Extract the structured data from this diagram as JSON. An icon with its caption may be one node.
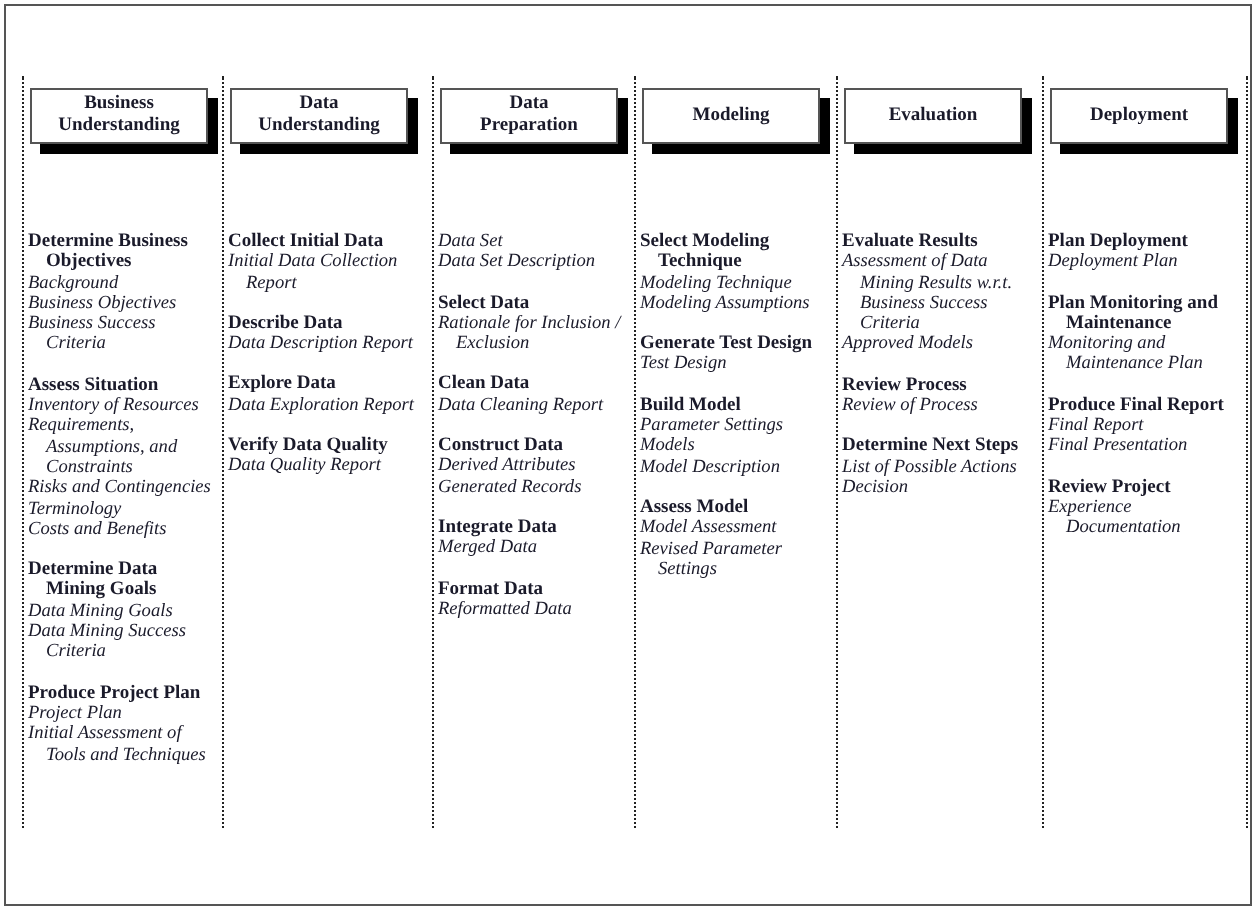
{
  "diagram": {
    "nodes": [
      {
        "text": [],
        "shape": "band"
      },
      {
        "text": [
          "Business Understanding"
        ],
        "in": 0
      },
      {
        "text": [
          "Determine Business Objectives"
        ],
        "in": 0,
        "beside": [
          "Background",
          "Business Objectives",
          "Business Success Criteria"
        ]
      },
      {
        "text": [
          "Assess Situation"
        ],
        "in": 0,
        "beside": [
          "Inventory of Resources",
          "Requirements, Assumptions, and Constraints",
          "Risks and Contingencies",
          "Terminology",
          "Costs and Benefits"
        ]
      },
      {
        "text": [
          "Determine Data Mining Goals"
        ],
        "in": 0,
        "beside": [
          "Data Mining Goals",
          "Data Mining Success Criteria"
        ]
      },
      {
        "text": [
          "Produce Project Plan"
        ],
        "in": 0,
        "beside": [
          "Project Plan",
          "Initial Assessment of Tools and Techniques"
        ]
      },
      {
        "text": [],
        "shape": "band"
      },
      {
        "text": [
          "Data Understanding"
        ],
        "in": 6
      },
      {
        "text": [
          "Collect Initial Data"
        ],
        "in": 6,
        "beside": [
          "Initial Data Collection Report"
        ]
      },
      {
        "text": [
          "Describe Data"
        ],
        "in": 6,
        "beside": [
          "Data Description Report"
        ]
      },
      {
        "text": [
          "Explore Data"
        ],
        "in": 6,
        "beside": [
          "Data Exploration Report"
        ]
      },
      {
        "text": [
          "Verify Data Quality"
        ],
        "in": 6,
        "beside": [
          "Data Quality Report"
        ]
      },
      {
        "text": [],
        "shape": "band"
      },
      {
        "text": [
          "Data Preparation"
        ],
        "in": 12,
        "beside": [
          "Data Set",
          "Data Set Description"
        ]
      },
      {
        "text": [
          "Select Data"
        ],
        "in": 12,
        "beside": [
          "Rationale for Inclusion / Exclusion"
        ]
      },
      {
        "text": [
          "Clean Data"
        ],
        "in": 12,
        "beside": [
          "Data Cleaning Report"
        ]
      },
      {
        "text": [
          "Construct Data"
        ],
        "in": 12,
        "beside": [
          "Derived Attributes",
          "Generated Records"
        ]
      },
      {
        "text": [
          "Integrate Data"
        ],
        "in": 12,
        "beside": [
          "Merged Data"
        ]
      },
      {
        "text": [
          "Format Data"
        ],
        "in": 12,
        "beside": [
          "Reformatted Data"
        ]
      },
      {
        "text": [],
        "shape": "band"
      },
      {
        "text": [
          "Modeling"
        ],
        "in": 19
      },
      {
        "text": [
          "Select Modeling Technique"
        ],
        "in": 19,
        "beside": [
          "Modeling Technique",
          "Modeling Assumptions"
        ]
      },
      {
        "text": [
          "Generate Test Design"
        ],
        "in": 19,
        "beside": [
          "Test Design"
        ]
      },
      {
        "text": [
          "Build Model"
        ],
        "in": 19,
        "beside": [
          "Parameter Settings",
          "Models",
          "Model Description"
        ]
      },
      {
        "text": [
          "Assess Model"
        ],
        "in": 19,
        "beside": [
          "Model Assessment",
          "Revised Parameter Settings"
        ]
      },
      {
        "text": [],
        "shape": "band"
      },
      {
        "text": [
          "Evaluation"
        ],
        "in": 25
      },
      {
        "text": [
          "Evaluate Results"
        ],
        "in": 25,
        "beside": [
          "Assessment of Data Mining Results w.r.t. Business Success Criteria",
          "Approved Models"
        ]
      },
      {
        "text": [
          "Review Process"
        ],
        "in": 25,
        "beside": [
          "Review of Process"
        ]
      },
      {
        "text": [
          "Determine Next Steps"
        ],
        "in": 25,
        "beside": [
          "List of Possible Actions",
          "Decision"
        ]
      },
      {
        "text": [],
        "shape": "band"
      },
      {
        "text": [
          "Deployment"
        ],
        "in": 30
      },
      {
        "text": [
          "Plan Deployment"
        ],
        "in": 30,
        "beside": [
          "Deployment Plan"
        ]
      },
      {
        "text": [
          "Plan Monitoring and Maintenance"
        ],
        "in": 30,
        "beside": [
          "Monitoring and Maintenance Plan"
        ]
      },
      {
        "text": [
          "Produce Final Report"
        ],
        "in": 30,
        "beside": [
          "Final Report",
          "Final Presentation"
        ]
      },
      {
        "text": [
          "Review Project"
        ],
        "in": 30,
        "beside": [
          "Experience Documentation"
        ]
      }
    ]
  }
}
